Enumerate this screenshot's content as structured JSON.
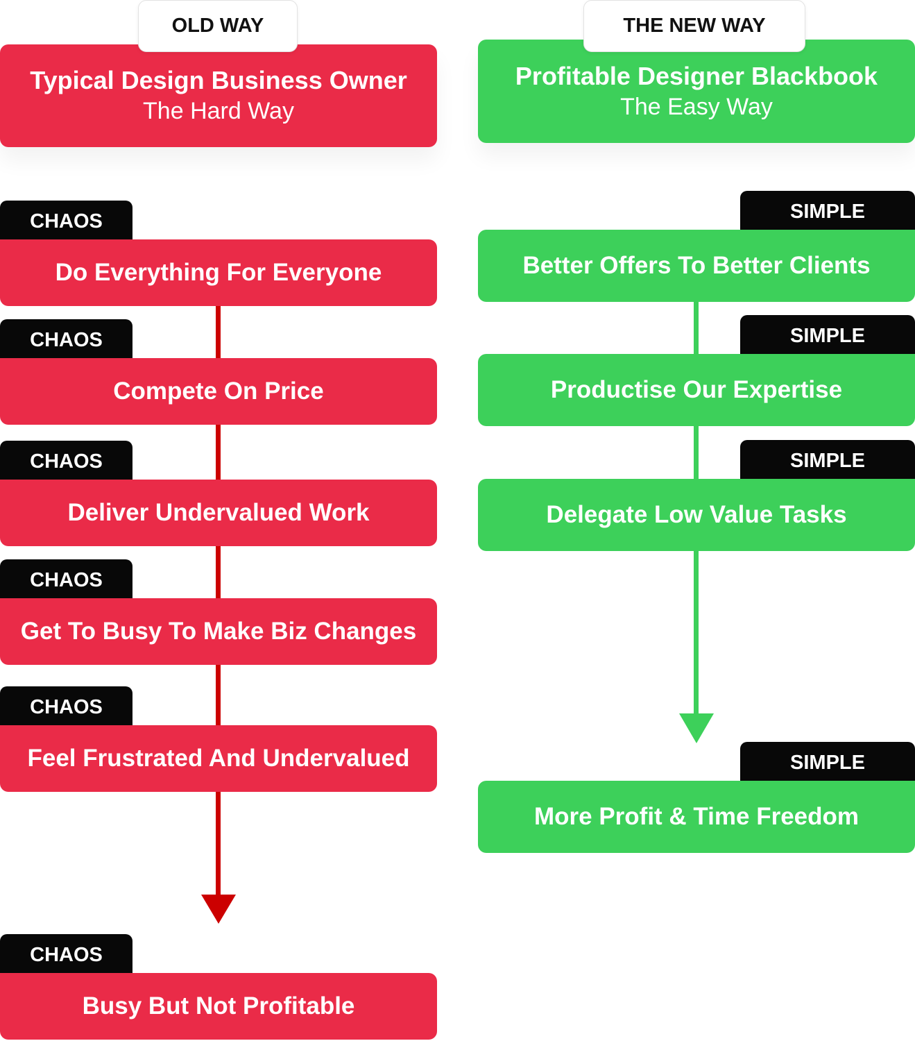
{
  "colors": {
    "old_red": "#ea2b48",
    "old_line": "#cc0000",
    "new_green": "#3dd05a",
    "badge_black": "#080808"
  },
  "old_way": {
    "tab_label": "OLD WAY",
    "header_title": "Typical Design Business Owner",
    "header_subtitle": "The Hard Way",
    "badge_label": "CHAOS",
    "steps": [
      "Do Everything For Everyone",
      "Compete On Price",
      "Deliver Undervalued Work",
      "Get To Busy To Make Biz Changes",
      "Feel Frustrated And Undervalued",
      "Busy But Not Profitable"
    ]
  },
  "new_way": {
    "tab_label": "THE NEW WAY",
    "header_title": "Profitable Designer Blackbook",
    "header_subtitle": "The Easy Way",
    "badge_label": "SIMPLE",
    "steps": [
      "Better Offers To Better Clients",
      "Productise Our Expertise",
      "Delegate Low Value Tasks",
      "More Profit & Time Freedom"
    ]
  }
}
